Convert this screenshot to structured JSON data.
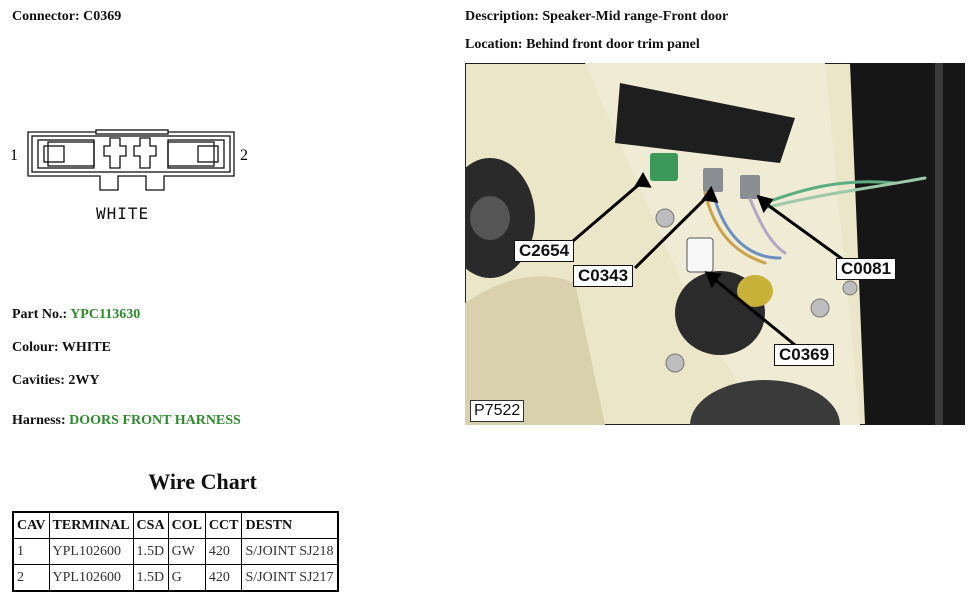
{
  "connector": {
    "label": "Connector:",
    "value": "C0369"
  },
  "description": {
    "label": "Description:",
    "value": "Speaker-Mid range-Front door"
  },
  "location": {
    "label": "Location:",
    "value": "Behind front door trim panel"
  },
  "diagram": {
    "pin_left": "1",
    "pin_right": "2",
    "colour_label": "WHITE"
  },
  "part_no": {
    "label": "Part No.:",
    "value": "YPC113630"
  },
  "colour": {
    "label": "Colour:",
    "value": "WHITE"
  },
  "cavities": {
    "label": "Cavities:",
    "value": "2WY"
  },
  "harness": {
    "label": "Harness:",
    "value": "DOORS FRONT HARNESS"
  },
  "photo": {
    "reference": "P7522",
    "callouts": [
      "C2654",
      "C0343",
      "C0081",
      "C0369"
    ]
  },
  "wire_chart": {
    "title": "Wire Chart",
    "headers": [
      "CAV",
      "TERMINAL",
      "CSA",
      "COL",
      "CCT",
      "DESTN"
    ],
    "rows": [
      [
        "1",
        "YPL102600",
        "1.5D",
        "GW",
        "420",
        "S/JOINT SJ218"
      ],
      [
        "2",
        "YPL102600",
        "1.5D",
        "G",
        "420",
        "S/JOINT SJ217"
      ]
    ]
  },
  "colors": {
    "value_green": "#2e8b2e"
  }
}
